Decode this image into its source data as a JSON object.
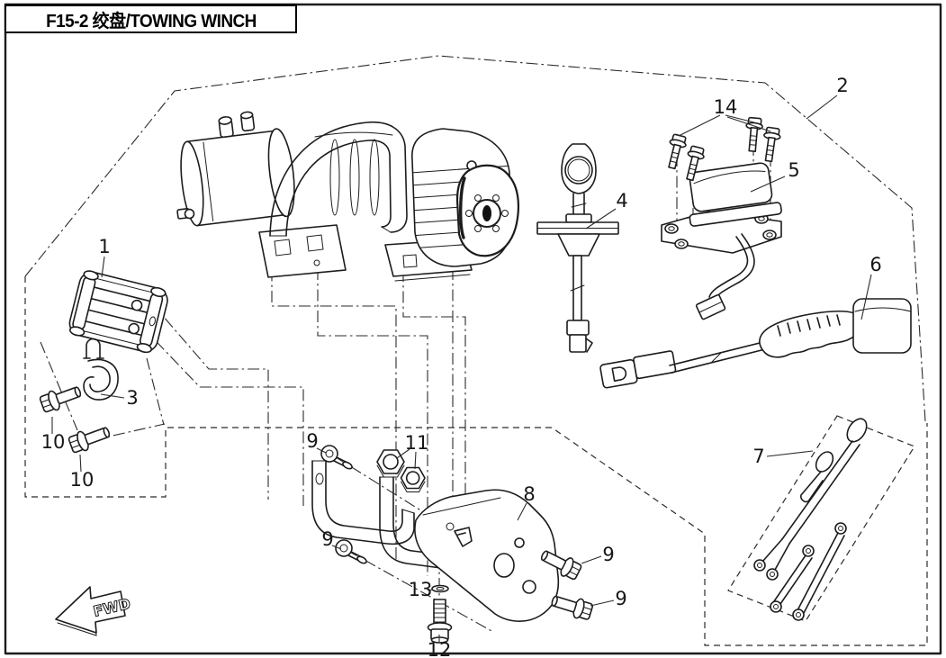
{
  "title": "F15-2 绞盘/TOWING WINCH",
  "fwd_label": "FWD",
  "line_color": "#1c1c1c",
  "callouts": {
    "c1": "1",
    "c2": "2",
    "c3": "3",
    "c4": "4",
    "c5": "5",
    "c6": "6",
    "c7": "7",
    "c8": "8",
    "c9a": "9",
    "c9b": "9",
    "c9c": "9",
    "c9d": "9",
    "c10a": "10",
    "c10b": "10",
    "c11": "11",
    "c12": "12",
    "c13": "13",
    "c14": "14"
  }
}
